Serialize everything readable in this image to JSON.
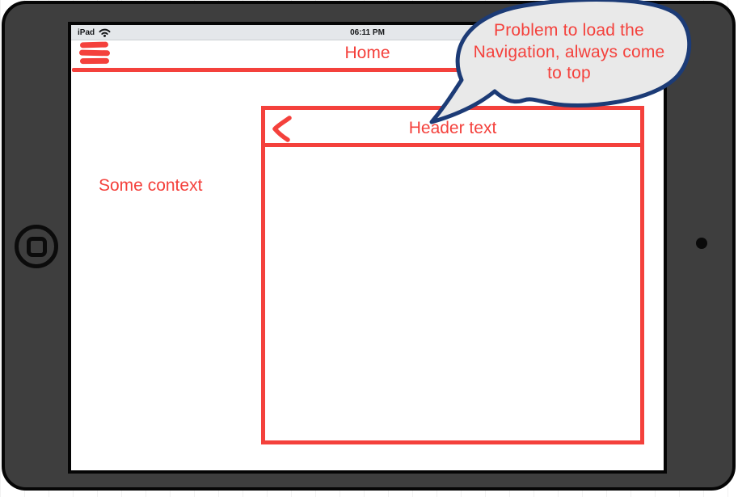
{
  "status_bar": {
    "carrier": "iPad",
    "time": "06:11 PM"
  },
  "nav_bar": {
    "title": "Home"
  },
  "content": {
    "context_label": "Some context"
  },
  "panel": {
    "title": "Header text"
  },
  "callout": {
    "text": "Problem to load the Navigation, always come to top",
    "lines": [
      "Problem to load the",
      "Navigation, always come",
      "to top"
    ]
  },
  "icons": {
    "wifi": "wifi-icon",
    "menu": "hamburger-menu-icon",
    "back": "chevron-left-icon",
    "home": "home-button-icon",
    "camera": "camera-icon"
  },
  "colors": {
    "accent_red": "#f4413c",
    "callout_border": "#1c3b76",
    "callout_fill": "#e9e9e9",
    "frame_gray": "#3e3e3e",
    "status_bar_bg": "#e4e7ea",
    "screen_bg": "#ffffff"
  }
}
